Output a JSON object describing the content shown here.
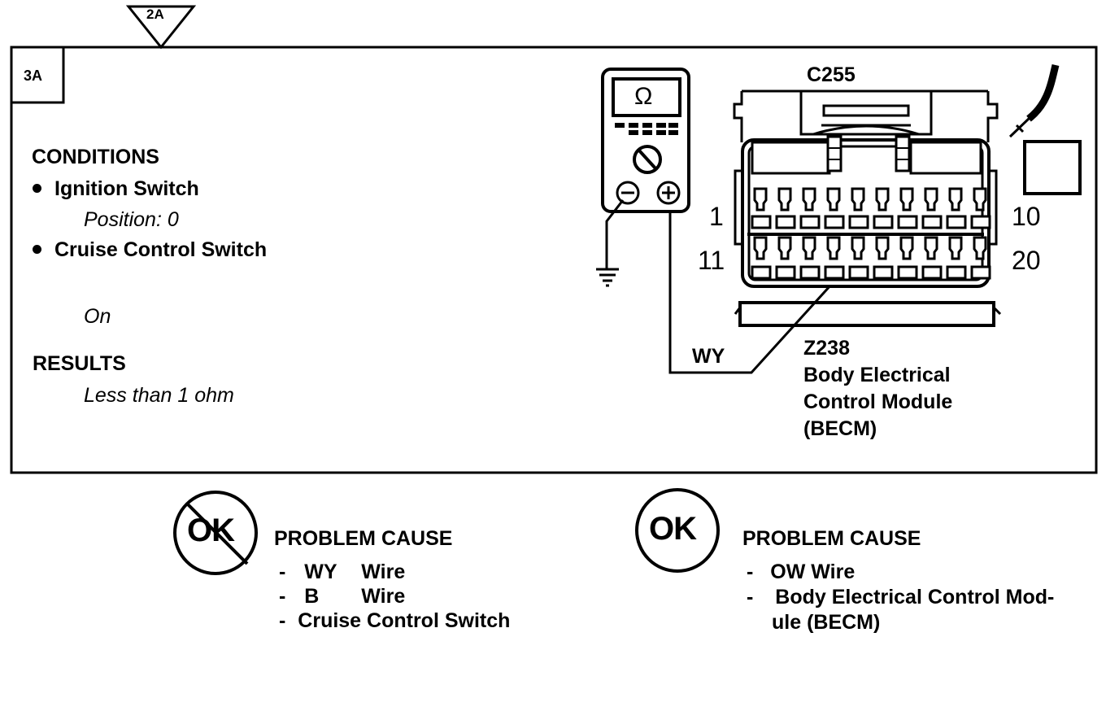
{
  "step_marker_prev": "2A",
  "step_id": "3A",
  "conditions": {
    "heading": "CONDITIONS",
    "items": [
      {
        "label": "Ignition Switch",
        "value": "Position: 0"
      },
      {
        "label": "Cruise Control Switch",
        "value": "On"
      }
    ]
  },
  "results": {
    "heading": "RESULTS",
    "value": "Less than 1 ohm"
  },
  "meter": {
    "symbol": "Ω",
    "minus": "⊖",
    "plus": "⊕"
  },
  "connector": {
    "name": "C255",
    "pin_labels": {
      "top_left": "1",
      "top_right": "10",
      "bottom_left": "11",
      "bottom_right": "20"
    }
  },
  "wire_label": "WY",
  "module": {
    "id": "Z238",
    "name_line1": "Body Electrical",
    "name_line2": "Control Module",
    "name_line3": "(BECM)"
  },
  "outcome_not_ok": {
    "icon_text": "OK",
    "heading": "PROBLEM CAUSE",
    "causes": [
      {
        "dash": "-",
        "code": "WY",
        "label": "Wire"
      },
      {
        "dash": "-",
        "code": "B",
        "label": "Wire"
      },
      {
        "dash": "-",
        "code": "",
        "label": "Cruise Control Switch"
      }
    ]
  },
  "outcome_ok": {
    "icon_text": "OK",
    "heading": "PROBLEM CAUSE",
    "causes": [
      {
        "dash": "-",
        "text": "OW   Wire"
      },
      {
        "dash": "-",
        "text": "Body Electrical Control Mod-",
        "cont": "ule (BECM)"
      }
    ]
  }
}
